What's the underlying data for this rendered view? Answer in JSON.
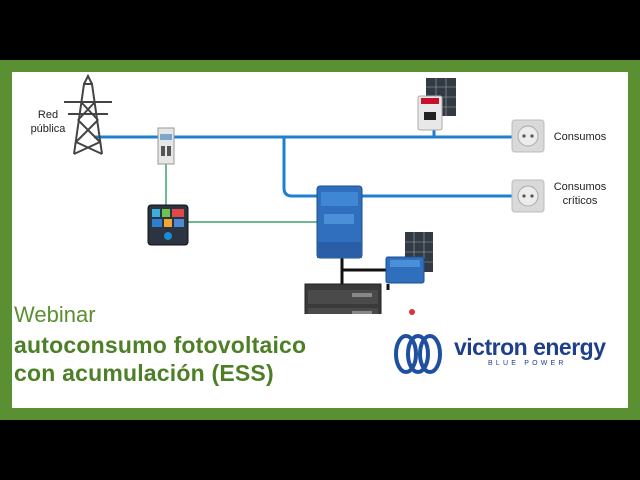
{
  "labels": {
    "grid": "Red\npública",
    "loads": "Consumos",
    "critical_loads": "Consumos\ncríticos"
  },
  "title": {
    "line1": "Webinar",
    "line2": "autoconsumo fotovoltaico",
    "line3": "con acumulación (ESS)"
  },
  "logo": {
    "brand": "victron energy",
    "tagline": "BLUE POWER"
  },
  "colors": {
    "frame_green": "#5a8f32",
    "bus_blue": "#1f7fd0",
    "brand_blue": "#1e3f8a"
  },
  "icons": [
    "pylon-icon",
    "meter-icon",
    "pv-panel-icon",
    "pv-inverter-icon",
    "socket-icon",
    "color-control-gx-icon",
    "multiplus-inverter-icon",
    "mppt-charger-icon",
    "battery-rack-icon"
  ]
}
